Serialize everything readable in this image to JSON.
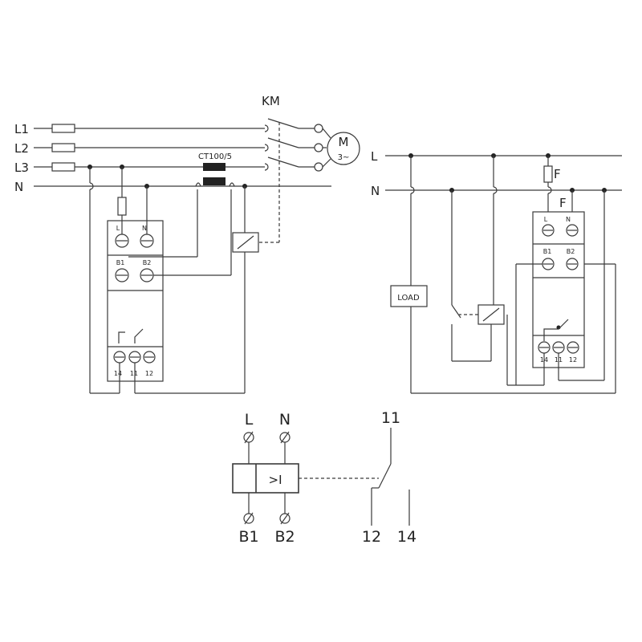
{
  "left_diagram": {
    "phases": [
      "L1",
      "L2",
      "L3"
    ],
    "neutral": "N",
    "contactor": "KM",
    "motor": {
      "symbol": "M",
      "phase": "3~"
    },
    "current_transformer": "CT100/5",
    "relay_top_terminals": [
      "L",
      "N"
    ],
    "relay_input_terminals": [
      "B1",
      "B2"
    ],
    "relay_output_terminals": [
      "14",
      "11",
      "12"
    ]
  },
  "right_diagram": {
    "line": "L",
    "neutral": "N",
    "fuse_label": "F",
    "fuse_label_2": "F",
    "load": "LOAD",
    "relay_top_terminals": [
      "L",
      "N"
    ],
    "relay_input_terminals": [
      "B1",
      "B2"
    ],
    "relay_output_terminals": [
      "14",
      "11",
      "12"
    ]
  },
  "symbol": {
    "supply_terminals": [
      "L",
      "N"
    ],
    "input_terminals": [
      "B1",
      "B2"
    ],
    "function": ">I",
    "contact_common": "11",
    "contact_nc": "12",
    "contact_no": "14"
  }
}
